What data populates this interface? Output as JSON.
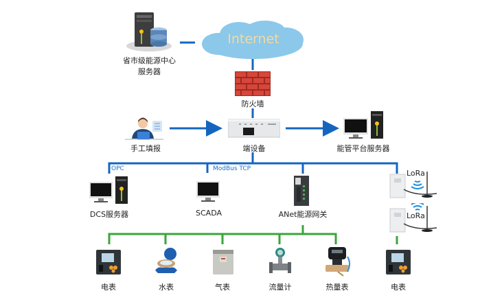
{
  "colors": {
    "upper_link": "#1565c0",
    "lower_link": "#3aa53a",
    "cloud": "#8cc8ea",
    "internet_text": "#f3d9a0",
    "firewall": "#c9342a",
    "protocol_text": "#1f6fc0"
  },
  "nodes": {
    "provincial_server": {
      "label_line1": "省市级能源中心",
      "label_line2": "服务器",
      "icon": "server-database-icon"
    },
    "internet": {
      "label": "Internet",
      "icon": "cloud-icon"
    },
    "firewall": {
      "label": "防火墙",
      "icon": "firewall-icon"
    },
    "manual_entry": {
      "label": "手工填报",
      "icon": "person-laptop-icon"
    },
    "edge_device": {
      "label": "端设备",
      "icon": "rack-device-icon"
    },
    "platform_server": {
      "label": "能管平台服务器",
      "icon": "computer-tower-icon"
    },
    "dcs_server": {
      "label": "DCS服务器",
      "icon": "computer-tower-icon"
    },
    "scada": {
      "label": "SCADA",
      "icon": "monitor-icon"
    },
    "anet_gateway": {
      "label": "ANet能源网关",
      "icon": "gateway-icon"
    },
    "lora_module_1": {
      "label": "LoRa",
      "icon": "lora-module-icon"
    },
    "lora_module_2": {
      "label": "LoRa",
      "icon": "lora-module-icon"
    }
  },
  "protocols": {
    "opc": "OPC",
    "modbus": "ModBus TCP"
  },
  "meters": [
    {
      "label": "电表",
      "icon": "power-meter-icon"
    },
    {
      "label": "水表",
      "icon": "water-meter-icon"
    },
    {
      "label": "气表",
      "icon": "gas-meter-icon"
    },
    {
      "label": "流量计",
      "icon": "flow-meter-icon"
    },
    {
      "label": "热量表",
      "icon": "heat-meter-icon"
    }
  ],
  "lora_meter": {
    "label": "电表",
    "icon": "power-meter-icon"
  }
}
